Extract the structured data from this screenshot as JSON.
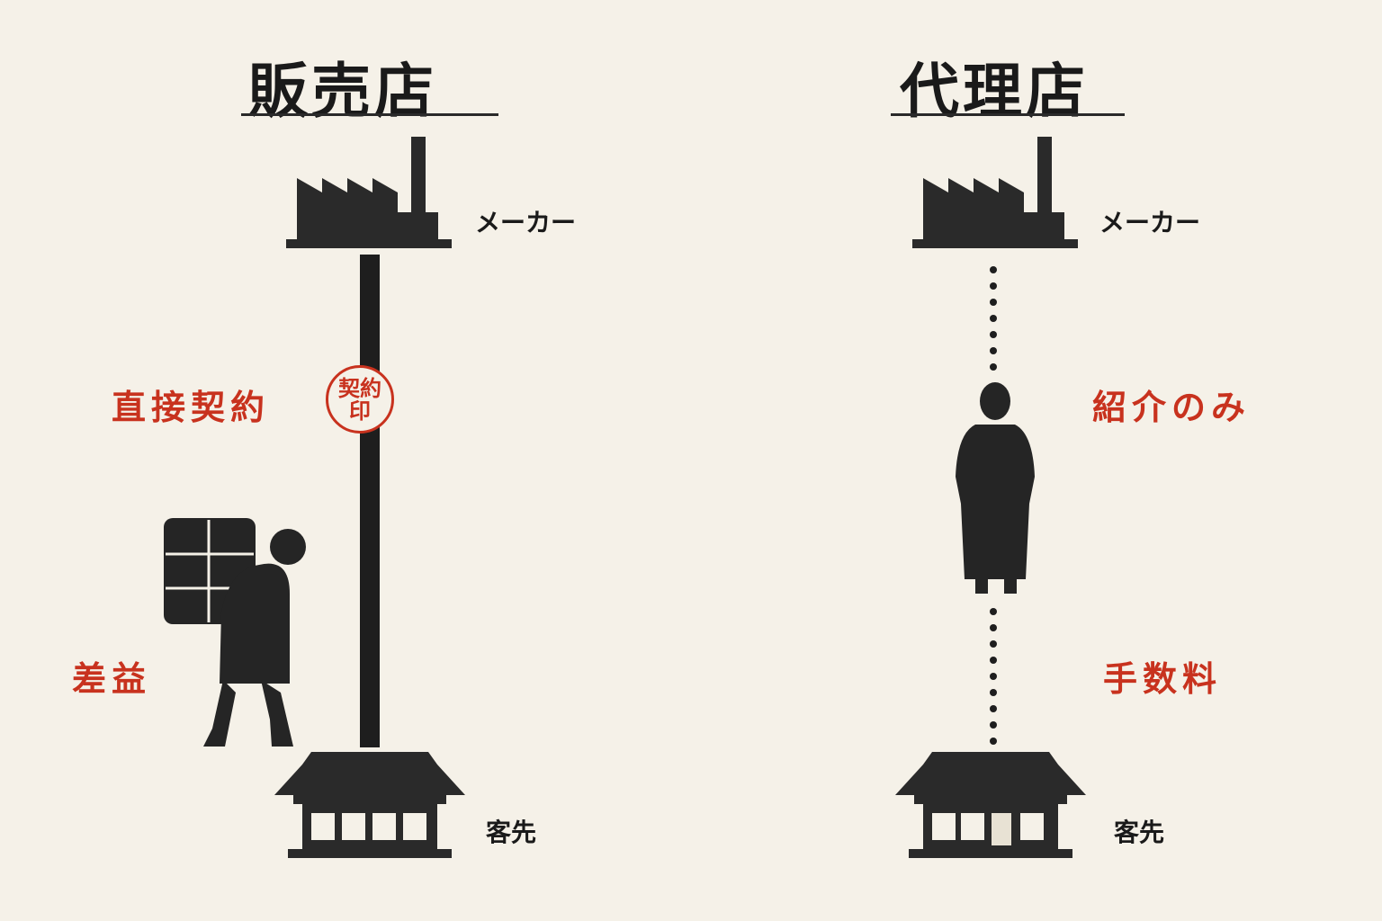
{
  "left": {
    "title": "販売店",
    "maker_label": "メーカー",
    "customer_label": "客先",
    "relation_label": "直接契約",
    "stamp_text": "契約印",
    "profit_label": "差益"
  },
  "right": {
    "title": "代理店",
    "maker_label": "メーカー",
    "customer_label": "客先",
    "relation_label": "紹介のみ",
    "profit_label": "手数料"
  },
  "colors": {
    "ink": "#1a1a1a",
    "accent_red": "#c8321e",
    "paper": "#f5f1e8"
  },
  "icons": [
    "factory-icon",
    "shop-icon",
    "porter-icon",
    "agent-person-icon"
  ]
}
